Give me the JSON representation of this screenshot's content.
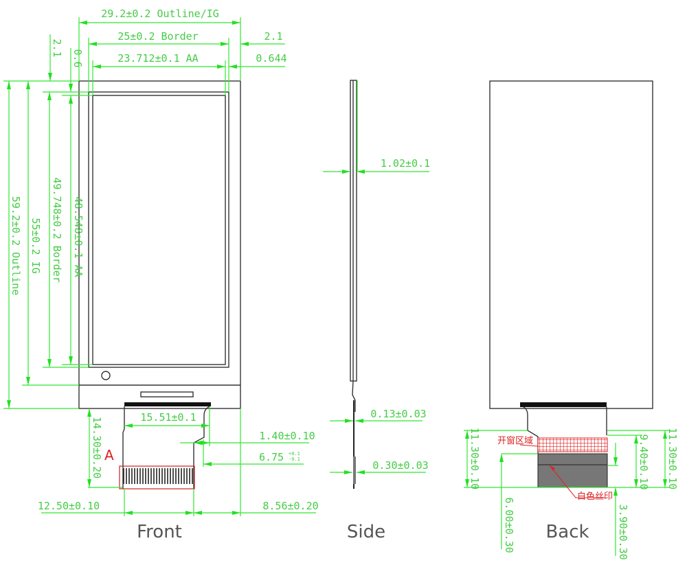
{
  "colors": {
    "dimension": "#2ee82e",
    "outline": "#333333",
    "annotation": "#dd2222",
    "fill": "#777777"
  },
  "front": {
    "view_label": "Front",
    "width_outline": "29.2±0.2 Outline/IG",
    "width_border": "25±0.2 Border",
    "width_aa": "23.712±0.1 AA",
    "right_border": "2.1",
    "right_aa": "0.644",
    "top_border": "2.1",
    "top_aa": "0.6",
    "height_outline": "59.2±0.2 Outline",
    "height_ig": "55±0.2 IG",
    "height_border": "49.748±0.2 Border",
    "height_aa": "48.548±0.1 AA",
    "fpc_length": "14.30±0.20",
    "detail_label": "A",
    "fpc_width": "15.51±0.1",
    "fpc_step": "1.40±0.10",
    "fpc_offset": "6.75",
    "fpc_offset_tol_plus": "+0.1",
    "fpc_offset_tol_minus": "-0.1",
    "left_offset": "12.50±0.10",
    "right_offset": "8.56±0.20"
  },
  "side": {
    "view_label": "Side",
    "thickness": "1.02±0.1",
    "fpc_thickness": "0.13±0.03",
    "stiffener_thickness": "0.30±0.03"
  },
  "back": {
    "view_label": "Back",
    "window_area": "开窗区域",
    "white_print": "白色丝印",
    "left_length": "11.30±0.10",
    "stiffener_length": "6.00±0.30",
    "right_inner": "9.40±0.10",
    "right_length": "11.30±0.10",
    "print_length": "3.90±0.30"
  }
}
